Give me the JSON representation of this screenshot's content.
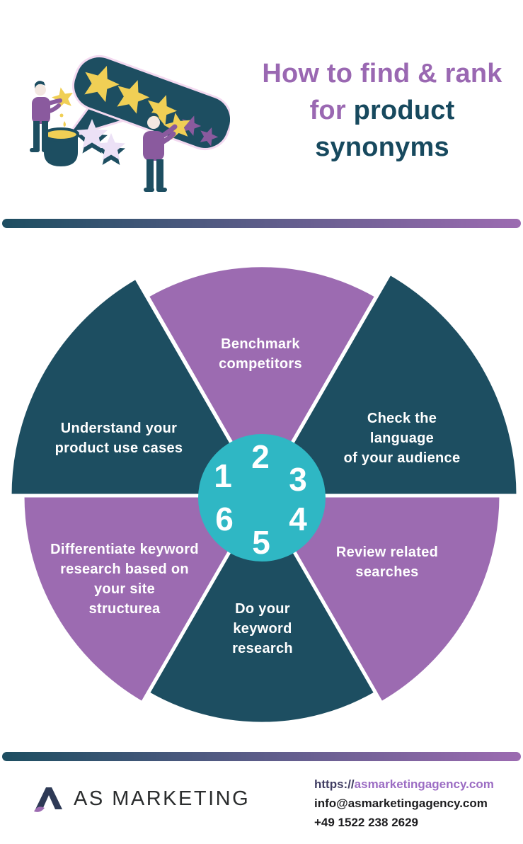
{
  "colors": {
    "purple": "#9c6bb1",
    "dark_teal": "#1d4e61",
    "center_teal": "#2fb7c4",
    "title_purple": "#9a68b2",
    "title_dark": "#17495e",
    "link_purple": "#9b6cc3",
    "link_scheme_dark": "#413e63",
    "footer_text": "#1d1d1f",
    "logo_text": "#2b2d2e",
    "star_yellow": "#f0cf55",
    "star_purple": "#8a5a9e",
    "star_lavender": "#ece1f6",
    "bubble_outline": "#f3d9f0",
    "skin": "#f3e8e1"
  },
  "header": {
    "title_part1": "How to find & rank for",
    "title_part2": "product synonyms"
  },
  "wheel": {
    "segments": [
      {
        "number": "1",
        "label": "Understand your\nproduct use cases"
      },
      {
        "number": "2",
        "label": "Benchmark\ncompetitors"
      },
      {
        "number": "3",
        "label": "Check the language\nof your audience"
      },
      {
        "number": "4",
        "label": "Review related\nsearches"
      },
      {
        "number": "5",
        "label": "Do your\nkeyword\nresearch"
      },
      {
        "number": "6",
        "label": "Differentiate keyword\nresearch based on\nyour site\nstructurea"
      }
    ]
  },
  "footer": {
    "logo_text": "AS MARKETING",
    "website_scheme": "https://",
    "website": "asmarketingagency.com",
    "email": "info@asmarketingagency.com",
    "phone": "+49 1522 238 2629"
  }
}
